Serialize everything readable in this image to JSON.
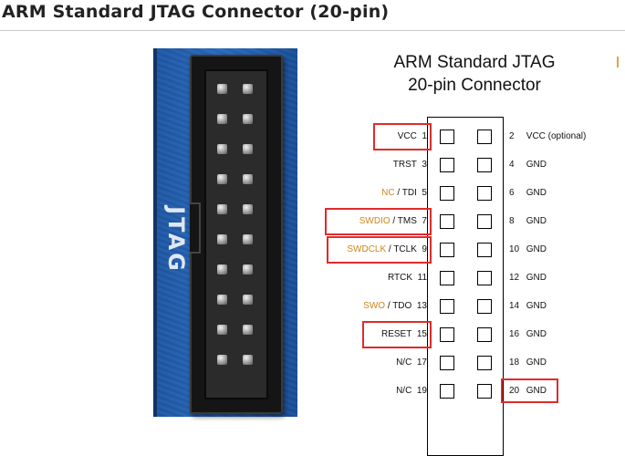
{
  "heading": "ARM Standard JTAG Connector (20-pin)",
  "photo": {
    "silkscreen": "JTAG"
  },
  "diagram": {
    "title_line1": "ARM Standard JTAG",
    "title_line2": "20-pin Connector",
    "accent_color": "#d0851a",
    "highlight_color": "#e02b2b",
    "left_pins": [
      {
        "pin": 1,
        "signal": "VCC",
        "alt": "",
        "alt_color": ""
      },
      {
        "pin": 3,
        "signal": "TRST",
        "alt": "",
        "alt_color": ""
      },
      {
        "pin": 5,
        "signal": "TDI",
        "alt": "NC",
        "alt_color": "orange"
      },
      {
        "pin": 7,
        "signal": "TMS",
        "alt": "SWDIO",
        "alt_color": "orange"
      },
      {
        "pin": 9,
        "signal": "TCLK",
        "alt": "SWDCLK",
        "alt_color": "orange"
      },
      {
        "pin": 11,
        "signal": "RTCK",
        "alt": "",
        "alt_color": ""
      },
      {
        "pin": 13,
        "signal": "TDO",
        "alt": "SWO",
        "alt_color": "orange"
      },
      {
        "pin": 15,
        "signal": "RESET",
        "alt": "",
        "alt_color": ""
      },
      {
        "pin": 17,
        "signal": "N/C",
        "alt": "",
        "alt_color": ""
      },
      {
        "pin": 19,
        "signal": "N/C",
        "alt": "",
        "alt_color": ""
      }
    ],
    "right_pins": [
      {
        "pin": 2,
        "signal": "VCC (optional)"
      },
      {
        "pin": 4,
        "signal": "GND"
      },
      {
        "pin": 6,
        "signal": "GND"
      },
      {
        "pin": 8,
        "signal": "GND"
      },
      {
        "pin": 10,
        "signal": "GND"
      },
      {
        "pin": 12,
        "signal": "GND"
      },
      {
        "pin": 14,
        "signal": "GND"
      },
      {
        "pin": 16,
        "signal": "GND"
      },
      {
        "pin": 18,
        "signal": "GND"
      },
      {
        "pin": 20,
        "signal": "GND"
      }
    ],
    "highlighted_left_pins": [
      1,
      7,
      9,
      15
    ],
    "highlighted_right_pins": [
      20
    ]
  }
}
